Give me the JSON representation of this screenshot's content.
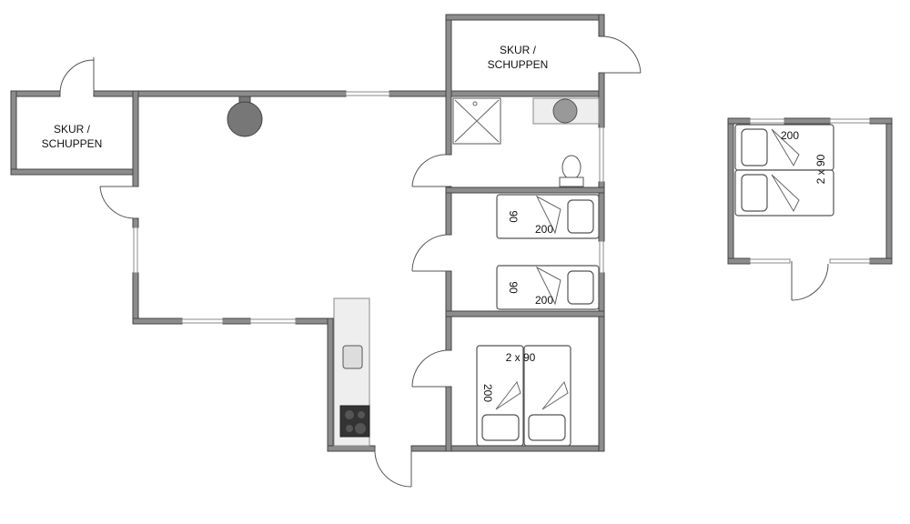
{
  "rooms": {
    "shed_left": {
      "line1": "SKUR /",
      "line2": "SCHUPPEN"
    },
    "shed_top": {
      "line1": "SKUR /",
      "line2": "SCHUPPEN"
    }
  },
  "beds": {
    "bedroom1": {
      "width": "90",
      "length": "200"
    },
    "bedroom2": {
      "width": "90",
      "length": "200"
    },
    "bedroom3": {
      "width": "2 x 90",
      "length": "200"
    },
    "annex": {
      "width": "2 x 90",
      "length": "200"
    }
  },
  "colors": {
    "wall": "#8c8c8c",
    "counter": "#eeeeee",
    "stove": "#333333"
  }
}
